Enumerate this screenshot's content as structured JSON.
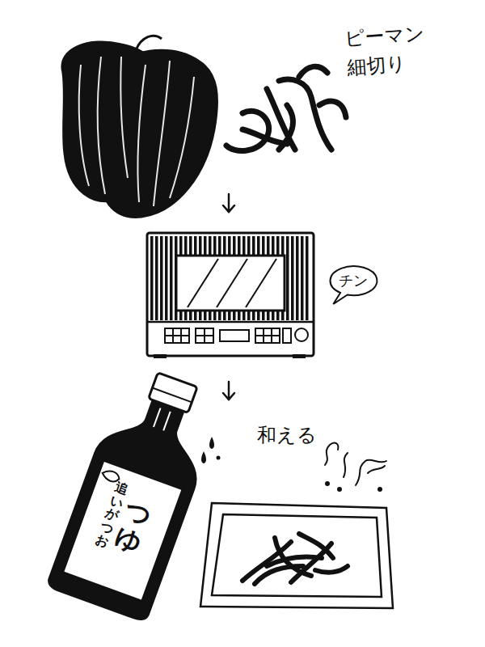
{
  "diagram": {
    "nodes": [
      {
        "text": [
          "チン"
        ]
      }
    ],
    "labels": [
      "ピーマン 細切り",
      "和える",
      "追いがつお",
      "つゆ"
    ]
  }
}
